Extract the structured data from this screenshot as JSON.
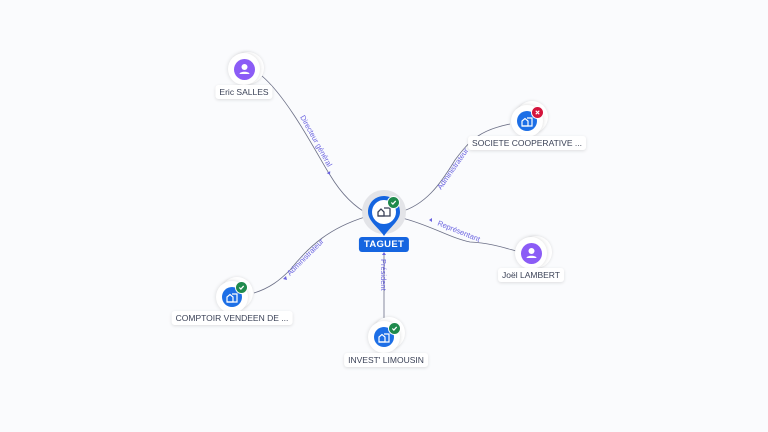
{
  "graph": {
    "center": {
      "id": "taguet",
      "label": "TAGUET",
      "type": "company",
      "status": "active",
      "status_icon": "check-icon"
    },
    "nodes": [
      {
        "id": "eric-salles",
        "label": "Eric SALLES",
        "type": "person",
        "icon": "person-icon"
      },
      {
        "id": "societe-cooperative",
        "label": "SOCIETE COOPERATIVE ...",
        "type": "company",
        "icon": "company-icon",
        "status": "inactive",
        "status_icon": "close-icon"
      },
      {
        "id": "joel-lambert",
        "label": "Joël LAMBERT",
        "type": "person",
        "icon": "person-icon"
      },
      {
        "id": "comptoir-vendeen",
        "label": "COMPTOIR VENDEEN DE ...",
        "type": "company",
        "icon": "company-icon",
        "status": "active",
        "status_icon": "check-icon"
      },
      {
        "id": "invest-limousin",
        "label": "INVEST' LIMOUSIN",
        "type": "company",
        "icon": "company-icon",
        "status": "active",
        "status_icon": "check-icon"
      }
    ],
    "edges": [
      {
        "from": "eric-salles",
        "to": "taguet",
        "label": "Directeur général"
      },
      {
        "from": "societe-cooperative",
        "to": "taguet",
        "label": "Administrateur"
      },
      {
        "from": "joel-lambert",
        "to": "taguet",
        "label": "Représentant"
      },
      {
        "from": "comptoir-vendeen",
        "to": "taguet",
        "label": "Administrateur"
      },
      {
        "from": "invest-limousin",
        "to": "taguet",
        "label": "Président"
      }
    ]
  },
  "colors": {
    "primary": "#1565e0",
    "person": "#8b5cf6",
    "company": "#1d6fe6",
    "active": "#1f8a4c",
    "inactive": "#d4143c",
    "edge_label": "#6a63e0"
  }
}
